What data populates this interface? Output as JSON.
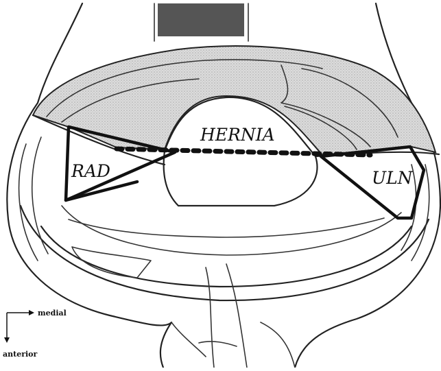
{
  "labels": {
    "hernia": "HERNIA",
    "radial": "RAD",
    "ulnar": "ULN"
  },
  "orientation": {
    "horizontal": "medial",
    "vertical": "anterior"
  },
  "colors": {
    "stipple_fill": "#d8d8d8",
    "stipple_dot": "#a8a8a8",
    "tendon_block": "#555555",
    "ink": "#111111"
  }
}
